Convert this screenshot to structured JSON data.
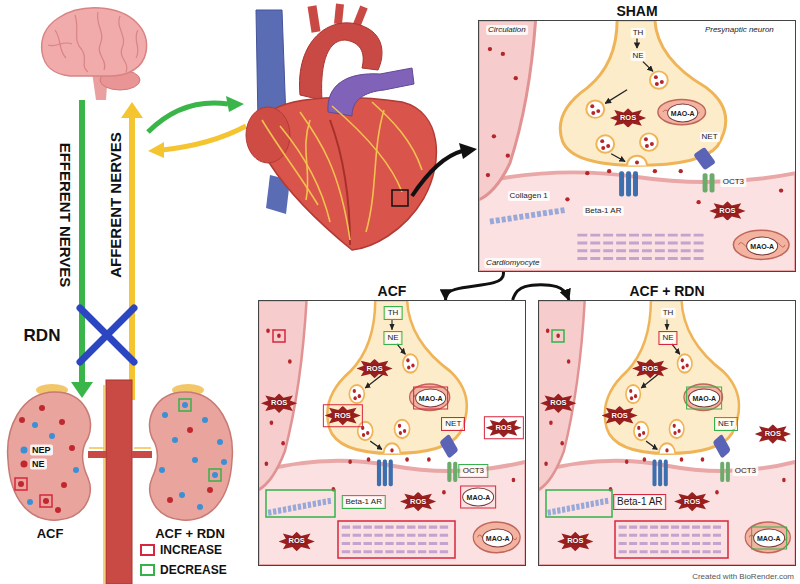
{
  "diagram": {
    "nodes": [
      {
        "text": [
          "SHAM",
          "Circulation",
          "Presynaptic neuron",
          "TH",
          "NE",
          "ROS",
          "MAO-A",
          "NET",
          "OCT3",
          "Collagen 1",
          "Beta-1 AR",
          "ROS",
          "MAO-A",
          "Cardiomyocyte"
        ]
      },
      {
        "text": [
          "ACF",
          "TH",
          "NE",
          "ROS",
          "MAO-A",
          "ROS",
          "NET",
          "ROS",
          "OCT3",
          "Beta-1 AR",
          "MAO-A",
          "MAO-A",
          "ROS",
          "ROS",
          "ROS"
        ]
      },
      {
        "text": [
          "ACF + RDN",
          "TH",
          "NE",
          "ROS",
          "MAO-A",
          "ROS",
          "NET",
          "OCT3",
          "Beta-1 AR",
          "ROS",
          "ROS",
          "ROS",
          "MAO-A",
          "ROS"
        ]
      }
    ],
    "edges": [
      {
        "from": 0,
        "to": 1,
        "arrow": "to"
      },
      {
        "from": 1,
        "to": 2,
        "arrow": "to"
      }
    ],
    "labels": [
      "EFFERENT NERVES",
      "AFFERENT NERVES",
      "RDN",
      "ACF",
      "ACF + RDN",
      "Created with BioRender.com"
    ],
    "legend": [
      {
        "text": "NEP",
        "color": "#3b8fd4"
      },
      {
        "text": "NE",
        "color": "#c0282e"
      },
      {
        "text": "INCREASE",
        "color": "#d7263d"
      },
      {
        "text": "DECREASE",
        "color": "#35b24a"
      }
    ]
  }
}
